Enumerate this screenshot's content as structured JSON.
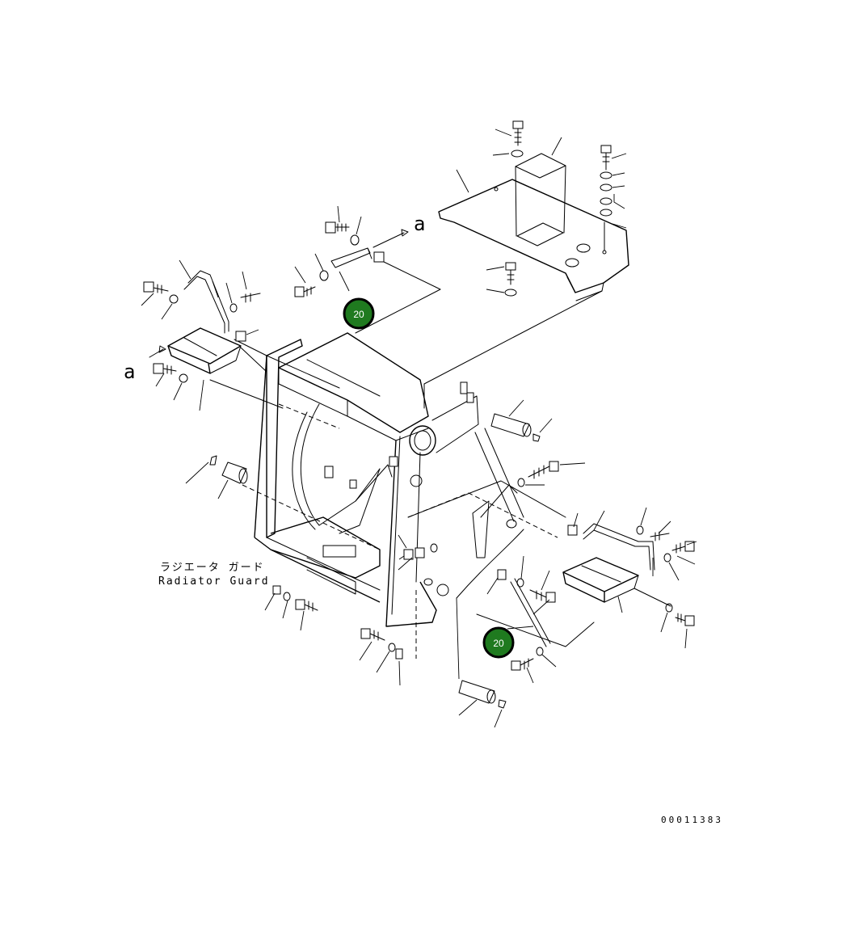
{
  "diagram": {
    "caption_jp": "ラジエータ ガード",
    "caption_en": "Radiator Guard",
    "reference_mark_top": "a",
    "reference_mark_left": "a",
    "drawing_number": "00011383",
    "callouts": [
      {
        "label": "20"
      },
      {
        "label": "20"
      }
    ]
  }
}
